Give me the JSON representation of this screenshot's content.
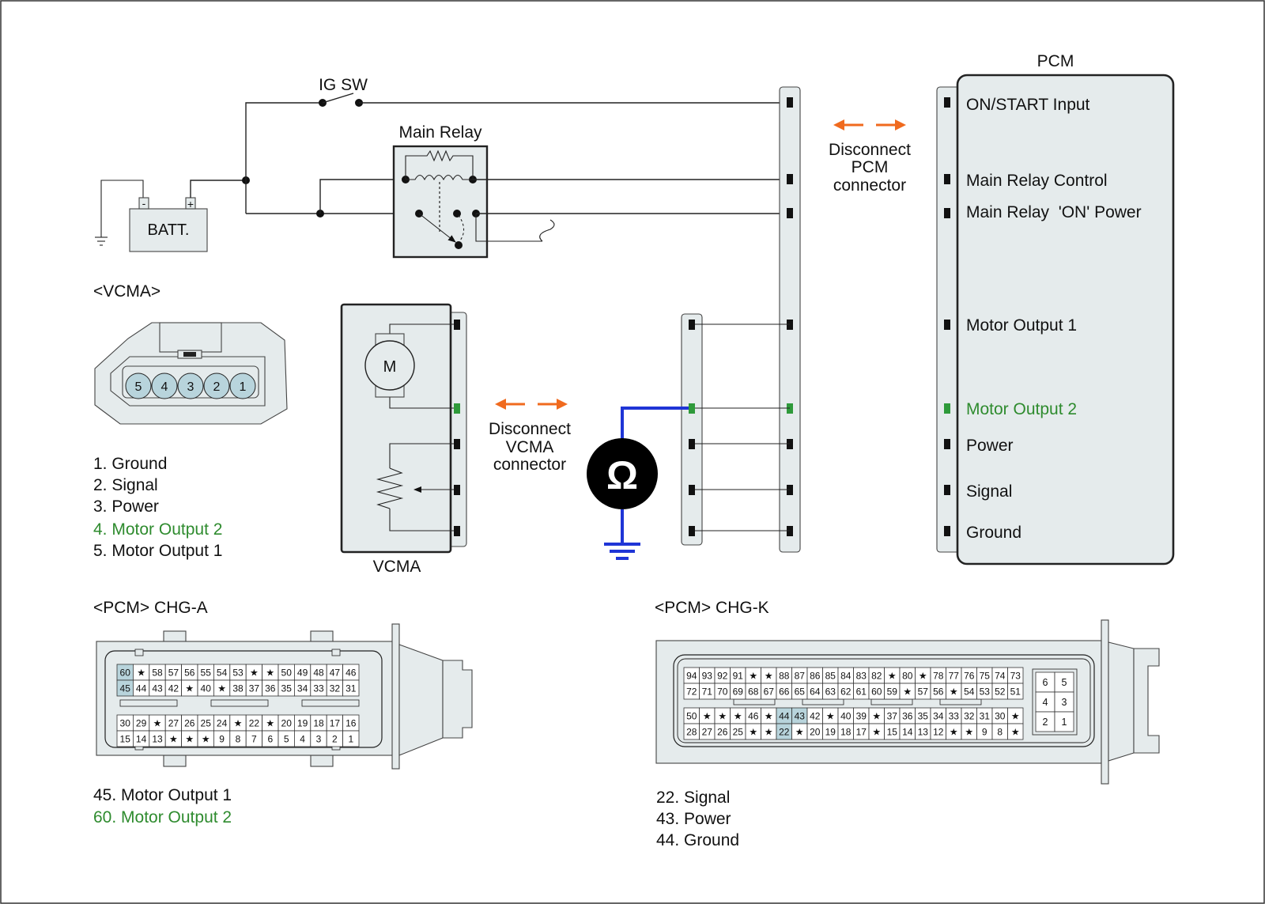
{
  "colors": {
    "accent_green": "#2e8b2e",
    "arrow_orange": "#f06a1e",
    "meter_wire_blue": "#1f35d6",
    "connector_fill": "#e5ebec",
    "highlight_pin": "#b8d4dc"
  },
  "icons": [
    "battery-icon",
    "ground-symbol-icon",
    "motor-icon",
    "potentiometer-icon",
    "ohmmeter-icon",
    "relay-icon",
    "switch-icon",
    "disconnect-arrows-icon"
  ],
  "circuit": {
    "ig_sw": "IG SW",
    "main_relay": "Main Relay",
    "battery": "BATT.",
    "battery_minus": "-",
    "battery_plus": "+",
    "motor": "M",
    "ohm_symbol": "Ω",
    "vcma_caption": "VCMA",
    "disconnect_vcma": [
      "Disconnect",
      "VCMA",
      "connector"
    ],
    "disconnect_pcm": [
      "Disconnect",
      "PCM",
      "connector"
    ]
  },
  "pcm": {
    "title": "PCM",
    "terminals": [
      "ON/START Input",
      "Main Relay Control",
      "Main Relay  'ON' Power",
      "Motor Output 1",
      "Motor Output 2",
      "Power",
      "Signal",
      "Ground"
    ]
  },
  "vcma_connector": {
    "title": "<VCMA>",
    "pin_numbers": [
      "5",
      "4",
      "3",
      "2",
      "1"
    ],
    "legend": [
      "1. Ground",
      "2. Signal",
      "3. Power",
      "4. Motor Output 2",
      "5. Motor Output 1"
    ]
  },
  "chg_a": {
    "title": "<PCM> CHG-A",
    "rows": [
      [
        "60",
        "★",
        "58",
        "57",
        "56",
        "55",
        "54",
        "53",
        "★",
        "★",
        "50",
        "49",
        "48",
        "47",
        "46"
      ],
      [
        "45",
        "44",
        "43",
        "42",
        "★",
        "40",
        "★",
        "38",
        "37",
        "36",
        "35",
        "34",
        "33",
        "32",
        "31"
      ],
      [
        "30",
        "29",
        "★",
        "27",
        "26",
        "25",
        "24",
        "★",
        "22",
        "★",
        "20",
        "19",
        "18",
        "17",
        "16"
      ],
      [
        "15",
        "14",
        "13",
        "★",
        "★",
        "★",
        "9",
        "8",
        "7",
        "6",
        "5",
        "4",
        "3",
        "2",
        "1"
      ]
    ],
    "legend": [
      "45. Motor Output 1",
      "60. Motor Output 2"
    ]
  },
  "chg_k": {
    "title": "<PCM> CHG-K",
    "rows": [
      [
        "94",
        "93",
        "92",
        "91",
        "★",
        "★",
        "88",
        "87",
        "86",
        "85",
        "84",
        "83",
        "82",
        "★",
        "80",
        "★",
        "78",
        "77",
        "76",
        "75",
        "74",
        "73"
      ],
      [
        "72",
        "71",
        "70",
        "69",
        "68",
        "67",
        "66",
        "65",
        "64",
        "63",
        "62",
        "61",
        "60",
        "59",
        "★",
        "57",
        "56",
        "★",
        "54",
        "53",
        "52",
        "51"
      ],
      [
        "50",
        "★",
        "★",
        "★",
        "46",
        "★",
        "44",
        "43",
        "42",
        "★",
        "40",
        "39",
        "★",
        "37",
        "36",
        "35",
        "34",
        "33",
        "32",
        "31",
        "30",
        "★"
      ],
      [
        "28",
        "27",
        "26",
        "25",
        "★",
        "★",
        "22",
        "★",
        "20",
        "19",
        "18",
        "17",
        "★",
        "15",
        "14",
        "13",
        "12",
        "★",
        "★",
        "9",
        "8",
        "★"
      ]
    ],
    "side_rows": [
      [
        "6",
        "5"
      ],
      [
        "4",
        "3"
      ],
      [
        "2",
        "1"
      ]
    ],
    "legend": [
      "22. Signal",
      "43. Power",
      "44. Ground"
    ]
  }
}
